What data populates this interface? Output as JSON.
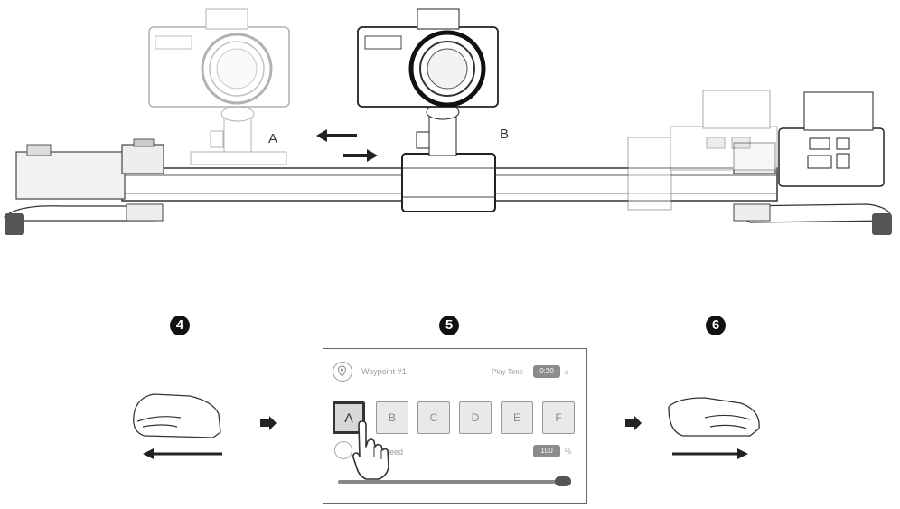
{
  "top_labels": {
    "a": "A",
    "b": "B"
  },
  "steps": [
    "4",
    "5",
    "6"
  ],
  "panel": {
    "waypoint_label": "Waypoint #1",
    "play_time_label": "Play Time",
    "play_time_value": "0:20",
    "play_time_unit": "s",
    "keyframes": [
      "A",
      "B",
      "C",
      "D",
      "E",
      "F"
    ],
    "active_keyframe": "A",
    "speed_label": "Speed",
    "speed_value": "100",
    "speed_unit": "%",
    "slider_level": 1.0
  },
  "icons": [
    "camera-icon",
    "slider-rail",
    "location-pin-icon",
    "hand-icon",
    "arrow-right-icon",
    "arrow-left-icon",
    "motor-unit"
  ]
}
